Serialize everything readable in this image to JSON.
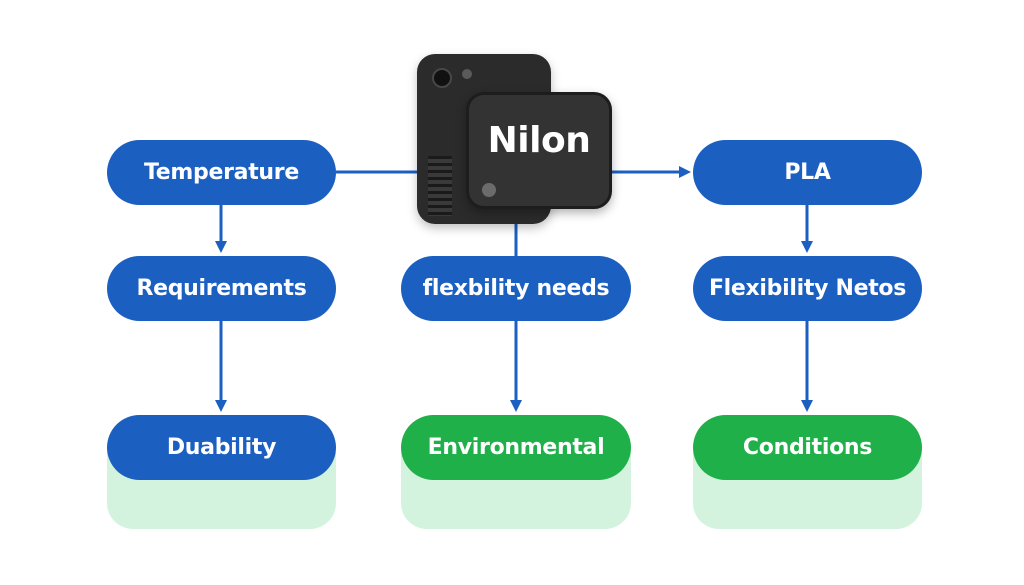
{
  "device": {
    "label": "Nilon"
  },
  "nodes": {
    "temperature": "Temperature",
    "pla": "PLA",
    "requirements": "Requirements",
    "flexibility_needs": "flexbility needs",
    "flexibility_netos": "Flexibility Netos",
    "duability": "Duability",
    "environmental": "Environmental",
    "conditions": "Conditions"
  },
  "colors": {
    "blue_node": "#1b5fc1",
    "green_node": "#1fb04a",
    "glow": "#d3f3df",
    "device_body": "#2b2b2b",
    "connector": "#1b5fc1"
  }
}
